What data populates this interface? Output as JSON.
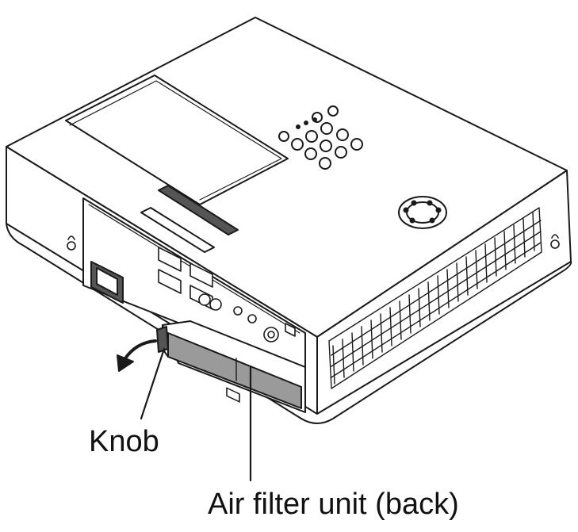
{
  "diagram": {
    "subject": "projector",
    "labels": {
      "knob": "Knob",
      "air_filter_unit": "Air filter unit (back)"
    },
    "colors": {
      "line": "#1a1a1a",
      "body": "#ffffff",
      "filter_fill": "#9a9a9a",
      "dark_part": "#555555"
    }
  }
}
